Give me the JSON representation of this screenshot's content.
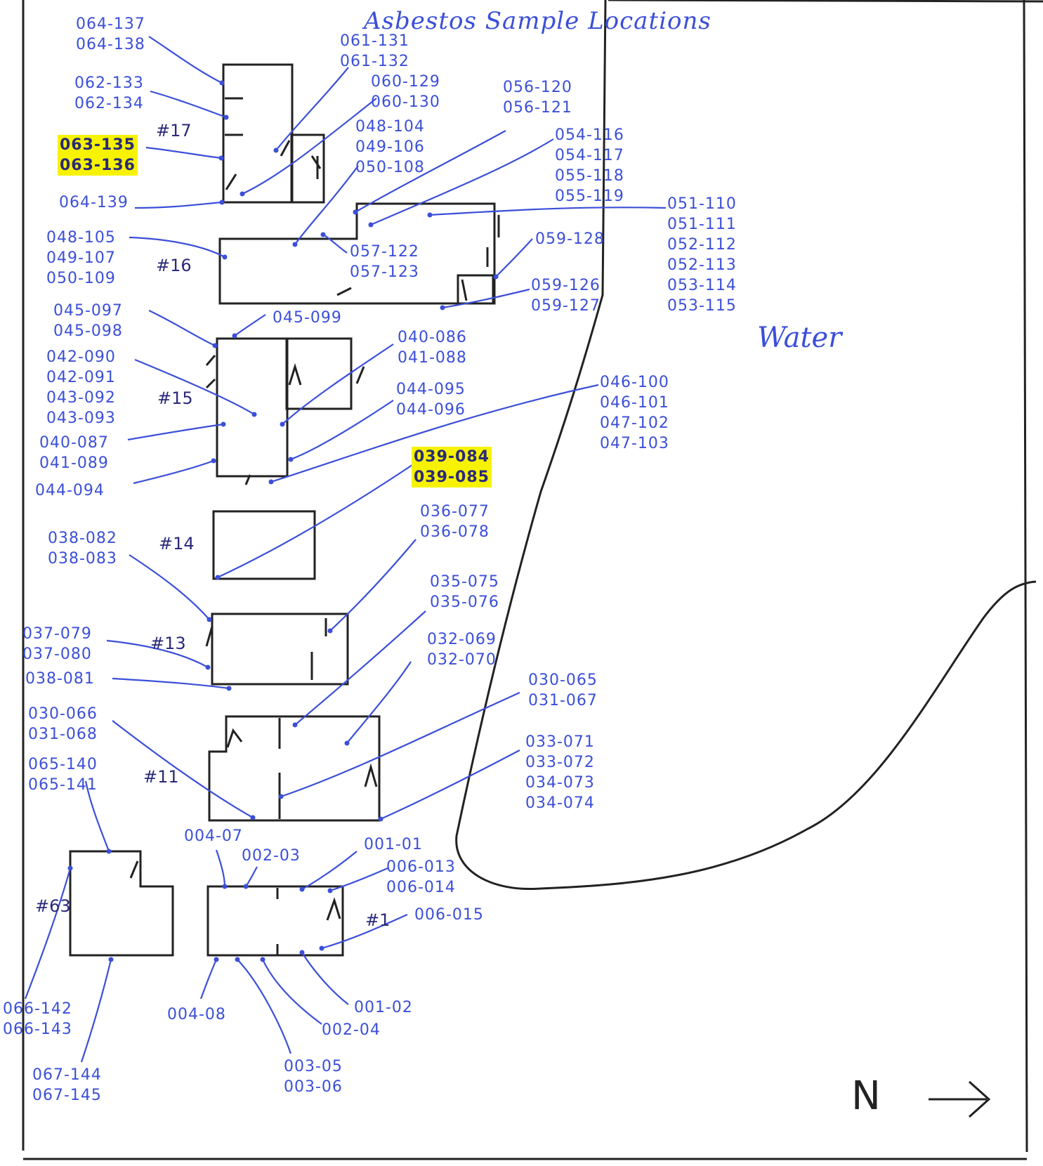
{
  "title": "Asbestos Sample Locations",
  "water_label": "Water",
  "north_label": "N",
  "colors": {
    "ink": "#222222",
    "pen": "#3b4fd8",
    "highlight": "#f7f300"
  },
  "buildings": {
    "b17": "#17",
    "b16": "#16",
    "b15": "#15",
    "b14": "#14",
    "b13": "#13",
    "b11": "#11",
    "b1": "#1",
    "b63": "#63"
  },
  "labels": {
    "g064_137": [
      "064-137",
      "064-138"
    ],
    "g061_131": [
      "061-131",
      "061-132"
    ],
    "g062_133": [
      "062-133",
      "062-134"
    ],
    "g060_129": [
      "060-129",
      "060-130"
    ],
    "g056_120": [
      "056-120",
      "056-121"
    ],
    "g048_104": [
      "048-104",
      "049-106",
      "050-108"
    ],
    "g063_135": [
      "063-135",
      "063-136"
    ],
    "g054_116": [
      "054-116",
      "054-117",
      "055-118",
      "055-119"
    ],
    "g064_139": [
      "064-139"
    ],
    "g051_110": [
      "051-110",
      "051-111",
      "052-112",
      "052-113",
      "053-114",
      "053-115"
    ],
    "g048_105": [
      "048-105",
      "049-107",
      "050-109"
    ],
    "g057_122": [
      "057-122",
      "057-123"
    ],
    "g059_128": [
      "059-128"
    ],
    "g059_126": [
      "059-126",
      "059-127"
    ],
    "g045_097": [
      "045-097",
      "045-098"
    ],
    "g045_099": [
      "045-099"
    ],
    "g040_086": [
      "040-086",
      "041-088"
    ],
    "g042_090": [
      "042-090",
      "042-091",
      "043-092",
      "043-093"
    ],
    "g044_095": [
      "044-095",
      "044-096"
    ],
    "g046_100": [
      "046-100",
      "046-101",
      "047-102",
      "047-103"
    ],
    "g040_087": [
      "040-087",
      "041-089"
    ],
    "g044_094": [
      "044-094"
    ],
    "g039_084": [
      "039-084",
      "039-085"
    ],
    "g036_077": [
      "036-077",
      "036-078"
    ],
    "g038_082": [
      "038-082",
      "038-083"
    ],
    "g035_075": [
      "035-075",
      "035-076"
    ],
    "g037_079": [
      "037-079",
      "037-080"
    ],
    "g032_069": [
      "032-069",
      "032-070"
    ],
    "g038_081": [
      "038-081"
    ],
    "g030_065": [
      "030-065",
      "031-067"
    ],
    "g030_066": [
      "030-066",
      "031-068"
    ],
    "g033_071": [
      "033-071",
      "033-072",
      "034-073",
      "034-074"
    ],
    "g065_140": [
      "065-140",
      "065-141"
    ],
    "g004_07": [
      "004-07"
    ],
    "g002_03": [
      "002-03"
    ],
    "g001_01": [
      "001-01"
    ],
    "g006_013": [
      "006-013",
      "006-014"
    ],
    "g006_015": [
      "006-015"
    ],
    "g066_142": [
      "066-142",
      "066-143"
    ],
    "g004_08": [
      "004-08"
    ],
    "g001_02": [
      "001-02"
    ],
    "g002_04": [
      "002-04"
    ],
    "g003_05": [
      "003-05",
      "003-06"
    ],
    "g067_144": [
      "067-144",
      "067-145"
    ]
  }
}
